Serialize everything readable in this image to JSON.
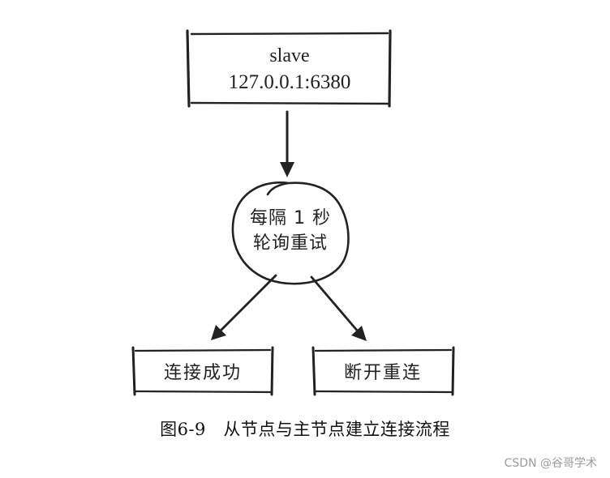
{
  "nodes": {
    "slave": {
      "line1": "slave",
      "line2": "127.0.0.1:6380"
    },
    "retry": {
      "line1": "每隔 1 秒",
      "line2": "轮询重试"
    },
    "success": {
      "label": "连接成功"
    },
    "disconnect": {
      "label": "断开重连"
    }
  },
  "caption": "图6-9　从节点与主节点建立连接流程",
  "watermark": "CSDN @谷哥学术",
  "colors": {
    "ink": "#222222",
    "watermark": "#9a9a9a"
  }
}
